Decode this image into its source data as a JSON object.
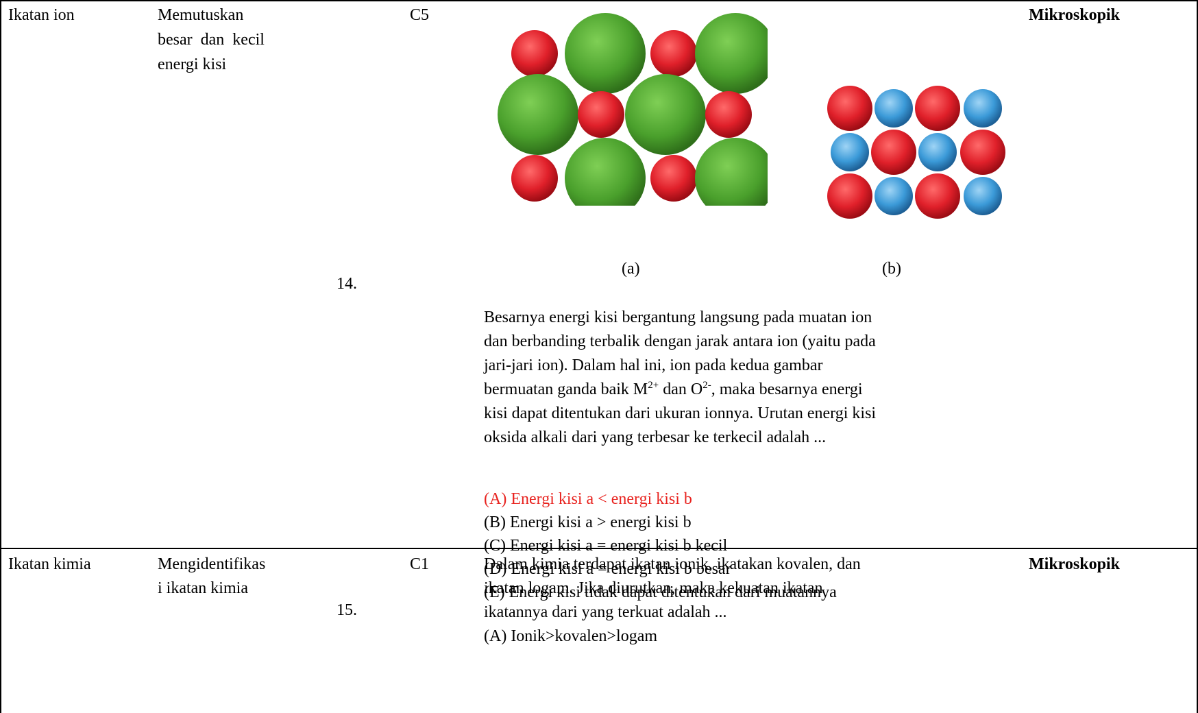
{
  "rows": [
    {
      "topic": "Ikatan ion",
      "indicator_lines": [
        "Memutuskan",
        "besar  dan  kecil",
        "energi kisi"
      ],
      "level": "C5",
      "number": "14.",
      "representation": "Mikroskopik",
      "figure_labels": [
        "(a)",
        "(b)"
      ],
      "paragraph": {
        "line1": "Besarnya energi kisi bergantung langsung pada muatan ion",
        "line2": "dan berbanding terbalik dengan jarak antara ion (yaitu pada",
        "line3": "jari-jari ion). Dalam hal ini, ion pada kedua gambar",
        "line4_pre": "bermuatan ganda baik M",
        "line4_sup1": "2+",
        "line4_mid": " dan O",
        "line4_sup2": "2-",
        "line4_post": ", maka besarnya energi",
        "line5": "kisi dapat ditentukan dari ukuran ionnya. Urutan energi kisi",
        "line6": "oksida alkali dari yang terbesar ke terkecil adalah ..."
      },
      "options": [
        "(A) Energi kisi a < energi kisi b",
        "(B) Energi kisi a > energi kisi b",
        "(C) Energi kisi a = energi kisi b kecil",
        "(D) Energi kisi a = energi kisi b besar",
        "(E) Energi kisi tidak dapat ditentukan dari muatannya"
      ],
      "correct_option_color": "#e8231f"
    },
    {
      "topic": "Ikatan kimia",
      "indicator_lines": [
        "Mengidentifikas",
        "i ikatan kimia"
      ],
      "level": "C1",
      "number": "15.",
      "representation": "Mikroskopik",
      "question_lines": [
        "Dalam kimia terdapat ikatan ionik, ikatakan kovalen, dan",
        "ikatan logam. Jika diurutkan, maka kekuatan ikatan",
        "ikatannya dari yang terkuat adalah ...",
        "(A) Ionik>kovalen>logam"
      ]
    }
  ],
  "colors": {
    "large_ion": "#4aa02c",
    "small_ion_red": "#e0202a",
    "small_ion_blue": "#3b9ad8"
  }
}
